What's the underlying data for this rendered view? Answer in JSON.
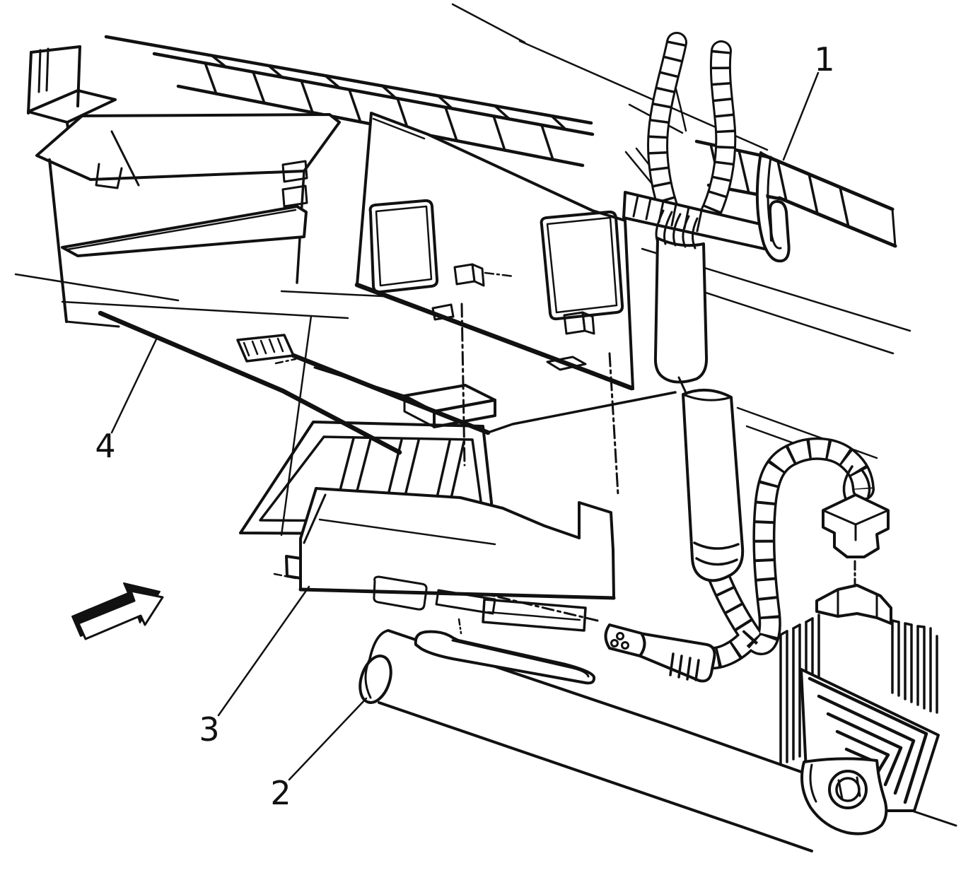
{
  "figure": {
    "title": "component-location-line-art",
    "background_color": "#ffffff",
    "line_color": "#111111",
    "callouts": [
      {
        "label": "1",
        "points_at": "instrument-panel-tie-bar-rail"
      },
      {
        "label": "2",
        "points_at": "cross-car-beam-tube"
      },
      {
        "label": "3",
        "points_at": "module-mounting-bracket-box"
      },
      {
        "label": "4",
        "points_at": "dash-panel-edge"
      }
    ],
    "direction_arrow": {
      "present": true,
      "style": "3d-block-arrow"
    }
  }
}
